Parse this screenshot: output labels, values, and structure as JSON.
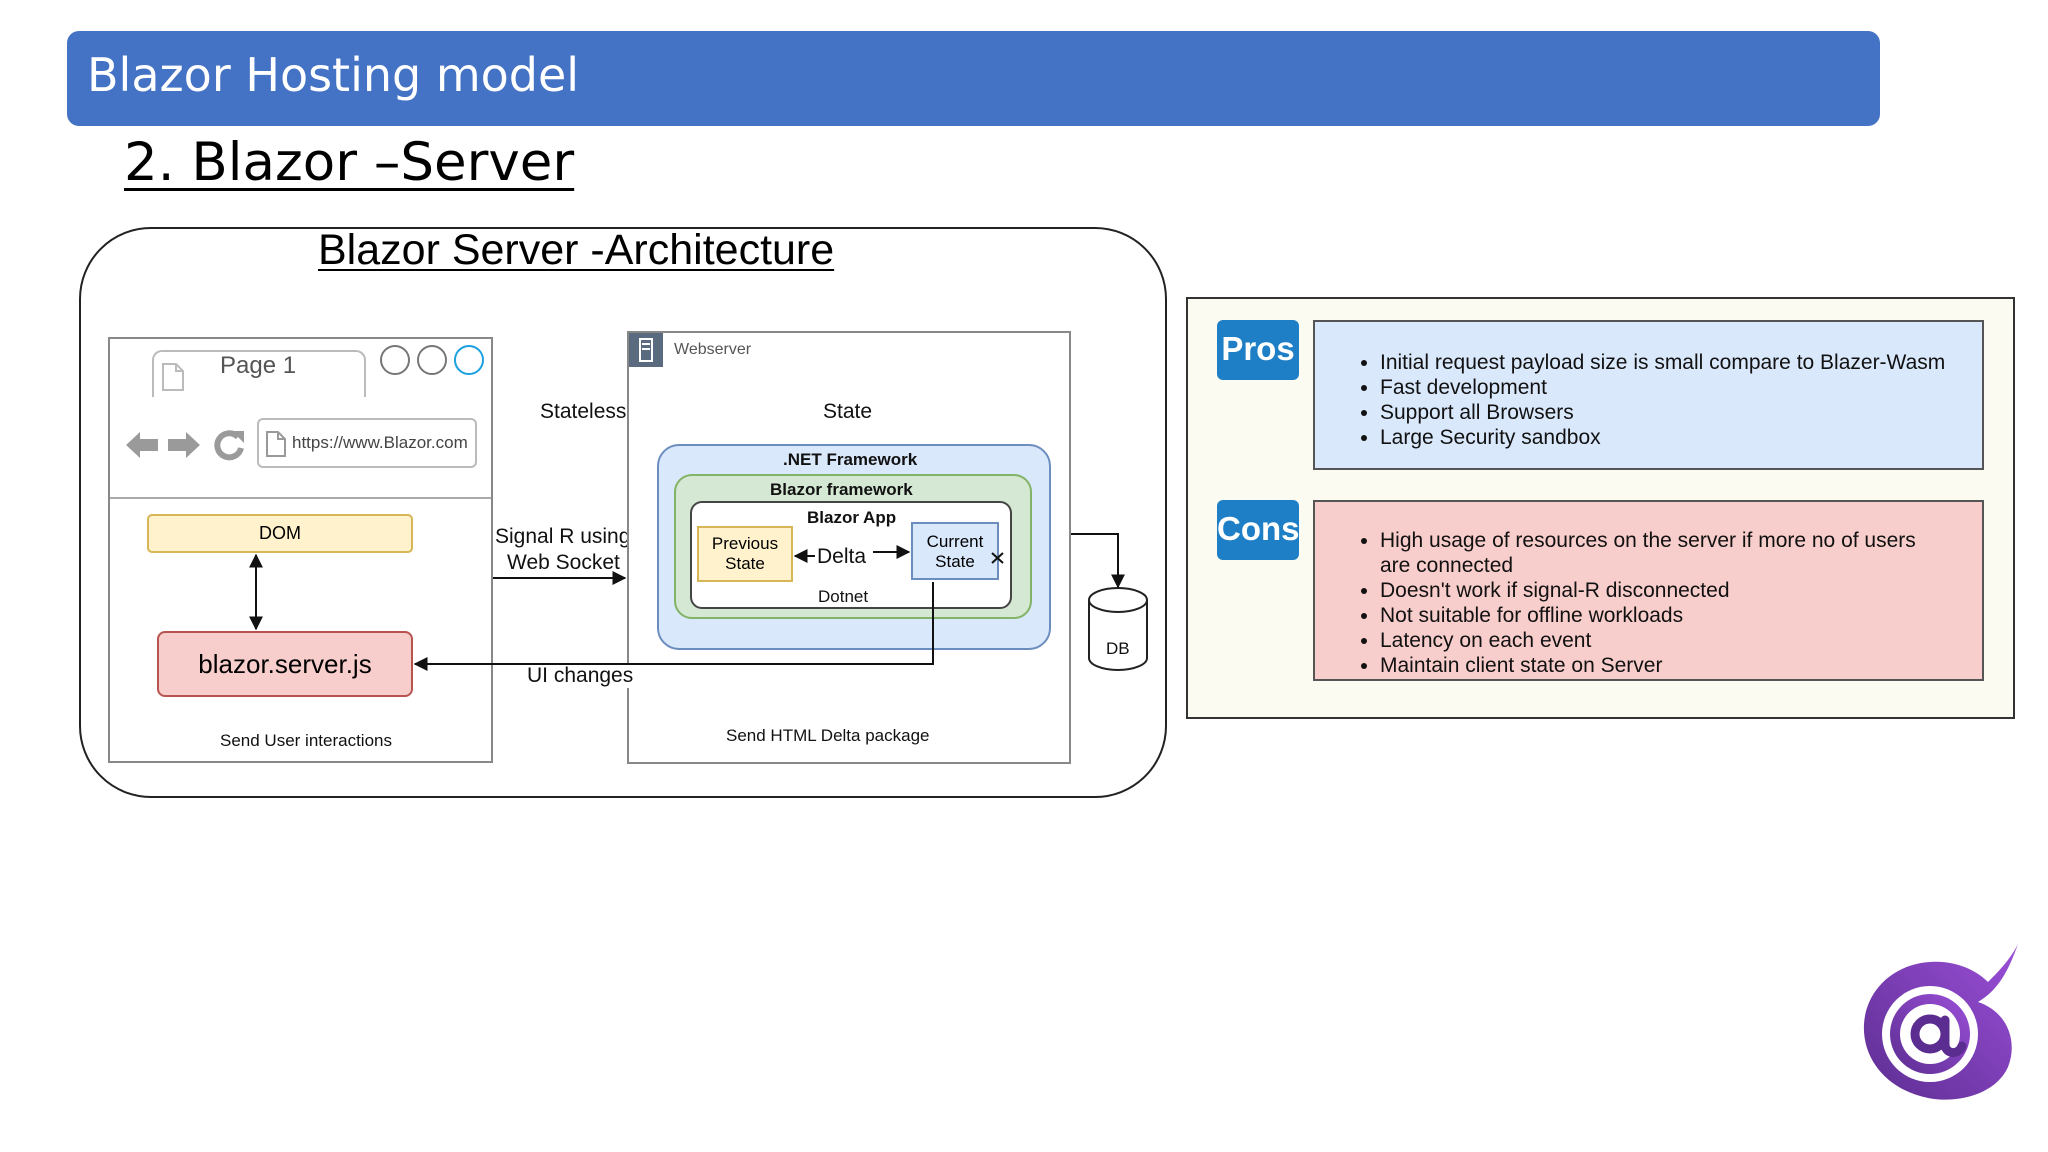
{
  "header": {
    "title": "Blazor Hosting model"
  },
  "subtitle": "2. Blazor –Server",
  "diagram": {
    "title": "Blazor Server -Architecture",
    "browser": {
      "tab_label": "Page 1",
      "url": "https://www.Blazor.com",
      "dom_label": "DOM",
      "js_label": "blazor.server.js",
      "footer": "Send User interactions"
    },
    "connection": {
      "stateless": "Stateless",
      "signalr_line1": "Signal R using",
      "signalr_line2": "Web Socket",
      "ui_changes": "UI changes"
    },
    "server": {
      "label": "Webserver",
      "state": "State",
      "net_framework": ".NET Framework",
      "blazor_framework": "Blazor framework",
      "blazor_app": "Blazor App",
      "previous_state_1": "Previous",
      "previous_state_2": "State",
      "delta": "Delta",
      "current_state_1": "Current",
      "current_state_2": "State",
      "dotnet": "Dotnet",
      "footer": "Send  HTML Delta package"
    },
    "db_label": "DB"
  },
  "pros": {
    "badge": "Pros",
    "items": [
      "Initial request payload size is small compare to Blazer-Wasm",
      "Fast development",
      "Support all Browsers",
      "Large Security sandbox"
    ]
  },
  "cons": {
    "badge": "Cons",
    "items": [
      "High usage of resources on the server if more no of users are connected",
      "Doesn't work if signal-R disconnected",
      "Not suitable for offline workloads",
      "Latency on each event",
      "Maintain client state on Server"
    ]
  },
  "colors": {
    "header": "#4472C4",
    "badge": "#1F7FC6",
    "pros_bg": "#DAE8FC",
    "cons_bg": "#F8CECC",
    "logo": "#5C2D91"
  },
  "icons": [
    "page-icon",
    "back-arrow-icon",
    "forward-arrow-icon",
    "reload-icon",
    "server-icon",
    "database-icon",
    "blazor-logo-icon"
  ]
}
